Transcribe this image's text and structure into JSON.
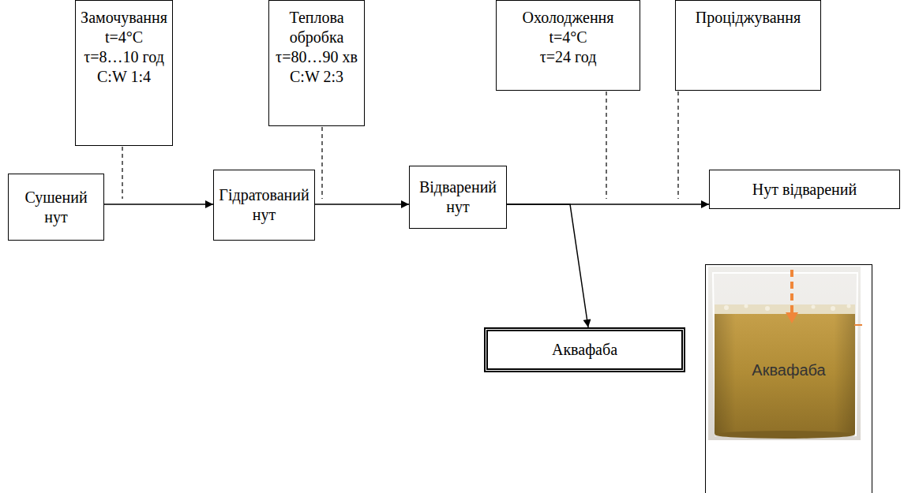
{
  "diagram": {
    "nodes": [
      {
        "text": [
          "Замочування",
          "t=4°C",
          "τ=8…10 год",
          "C:W 1:4"
        ]
      },
      {
        "text": [
          "Теплова обробка",
          "τ=80…90 хв",
          "C:W 2:3"
        ]
      },
      {
        "text": [
          "Охолодження",
          "t=4°C",
          "τ=24 год"
        ]
      },
      {
        "text": [
          "Проціджування"
        ]
      },
      {
        "text": [
          "Сушений нут"
        ]
      },
      {
        "text": [
          "Гідратований нут"
        ]
      },
      {
        "text": [
          "Відварений нут"
        ]
      },
      {
        "text": [
          "Нут відварений"
        ]
      },
      {
        "text": [
          "Аквафаба"
        ]
      },
      {
        "text": [
          "Аквафаба"
        ]
      }
    ],
    "edges": [
      {
        "from": 4,
        "to": 5,
        "arrow": "to"
      },
      {
        "from": 5,
        "to": 6,
        "arrow": "to"
      },
      {
        "from": 6,
        "to": 7,
        "arrow": "to"
      },
      {
        "from": 6,
        "to": 8,
        "arrow": "to"
      }
    ]
  }
}
